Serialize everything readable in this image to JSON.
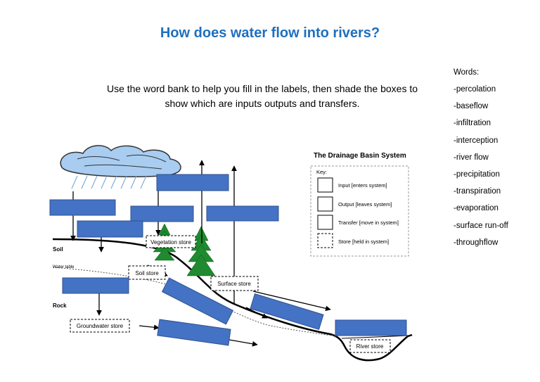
{
  "title": "How does water flow into rivers?",
  "instructions": "Use the word bank to help you  fill in the labels, then shade the boxes to show which are inputs outputs and transfers.",
  "word_bank": {
    "title": "Words:",
    "items": [
      "-percolation",
      "-baseflow",
      "-infiltration",
      "-interception",
      "-river flow",
      "-precipitation",
      "-transpiration",
      "-evaporation",
      "-surface run-off",
      "-throughflow"
    ]
  },
  "diagram": {
    "labels": {
      "soil": "Soil",
      "water_table": "Water table",
      "rock": "Rock"
    },
    "stores": {
      "vegetation": "Vegetation store",
      "soil": "Soil store",
      "surface": "Surface store",
      "groundwater": "Groundwater store",
      "river": "River store"
    },
    "key": {
      "heading": "The Drainage Basin System",
      "title": "Key:",
      "input": "Input [enters system]",
      "output": "Output [leaves system]",
      "transfer": "Transfer [move in system]",
      "store": "Store [held in system]"
    },
    "colors": {
      "label_box": "#4472c4",
      "tree": "#1f8a2f",
      "cloud": "#a9cdf0",
      "title": "#1f6fbf"
    }
  }
}
